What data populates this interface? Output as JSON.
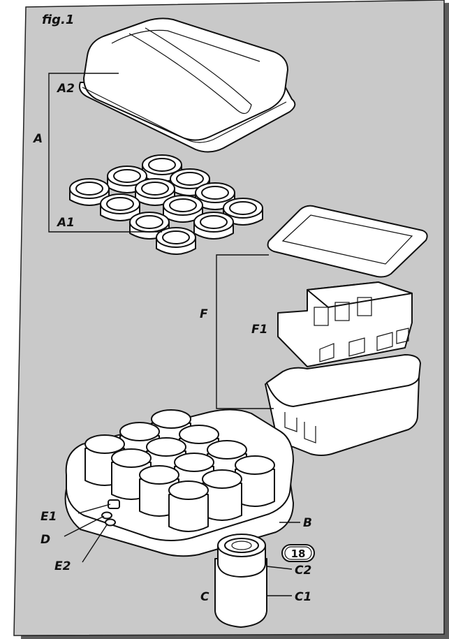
{
  "figure": {
    "title": "fig.1"
  },
  "labels": {
    "a": "A",
    "a1": "A1",
    "a2": "A2",
    "b": "B",
    "c": "C",
    "c1": "C1",
    "c2": "C2",
    "d": "D",
    "e1": "E1",
    "e2": "E2",
    "f": "F",
    "f1": "F1"
  },
  "badge": {
    "number": "18"
  },
  "colors": {
    "sheet": "#c9c9c9",
    "sheet_shadow": "#5c5c5c",
    "ink": "#111111",
    "part_fill": "#ffffff"
  }
}
